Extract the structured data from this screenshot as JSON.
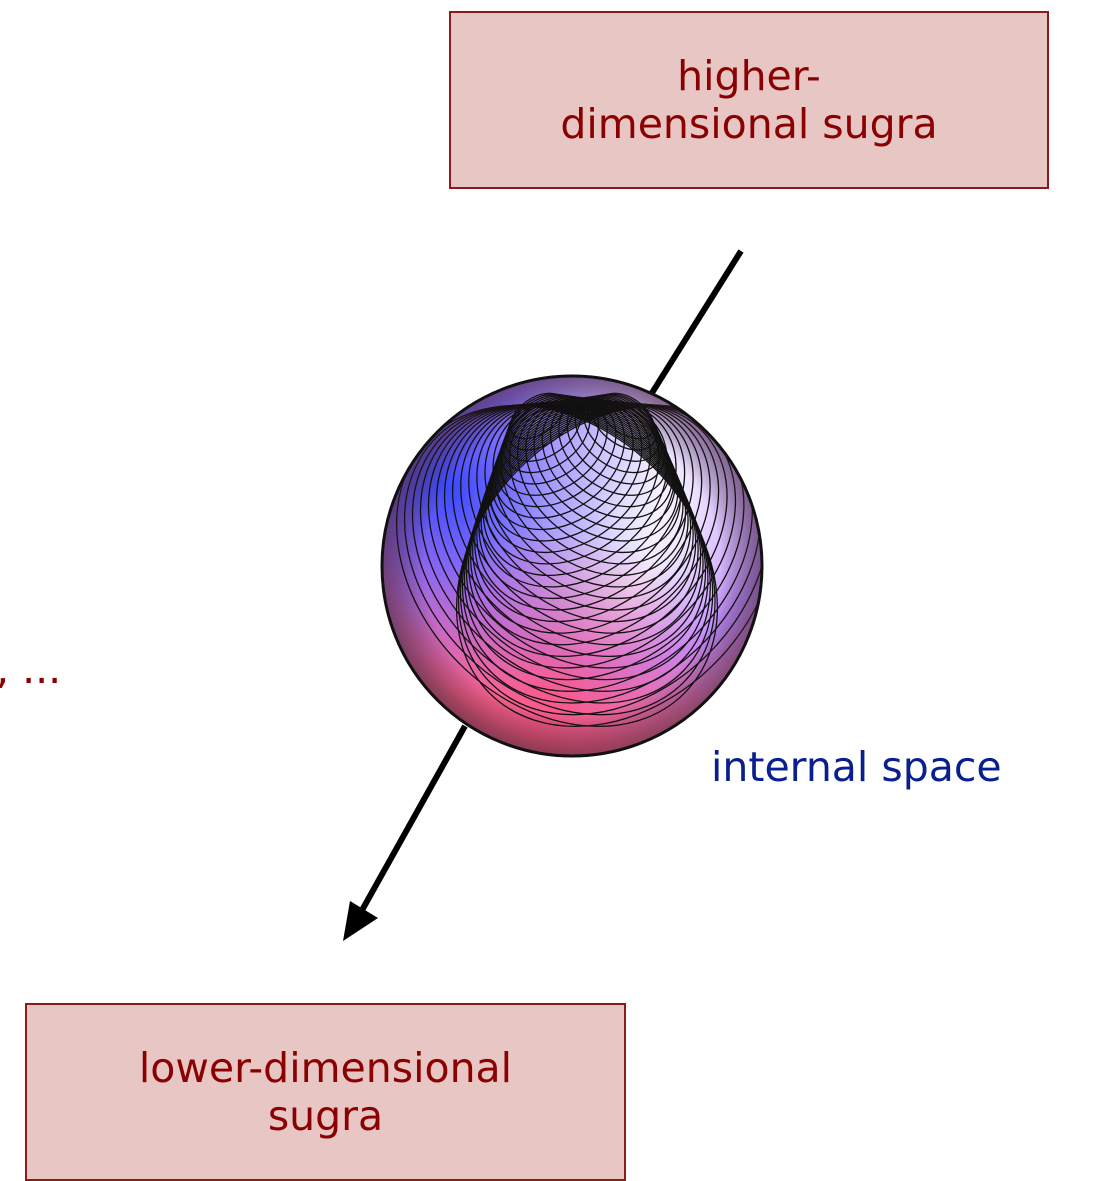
{
  "top_box": {
    "line1": "higher-",
    "line2": "dimensional sugra",
    "fill": "#e8c6c3"
  },
  "bottom_box": {
    "line1": "lower-dimensional",
    "line2": "sugra",
    "fill": "#e8c6c3"
  },
  "sphere": {
    "label": "internal space",
    "gradient": [
      "#3a4cf5",
      "#b48cff",
      "#ffffff",
      "#ff6a8c"
    ]
  },
  "fragment_text": ", ...",
  "arrow": {
    "direction": "down-left"
  },
  "colors": {
    "box_text": "#8b0000",
    "box_border": "#8b1a1a",
    "label_blue": "#0a1f8f",
    "arrow": "#000000"
  }
}
